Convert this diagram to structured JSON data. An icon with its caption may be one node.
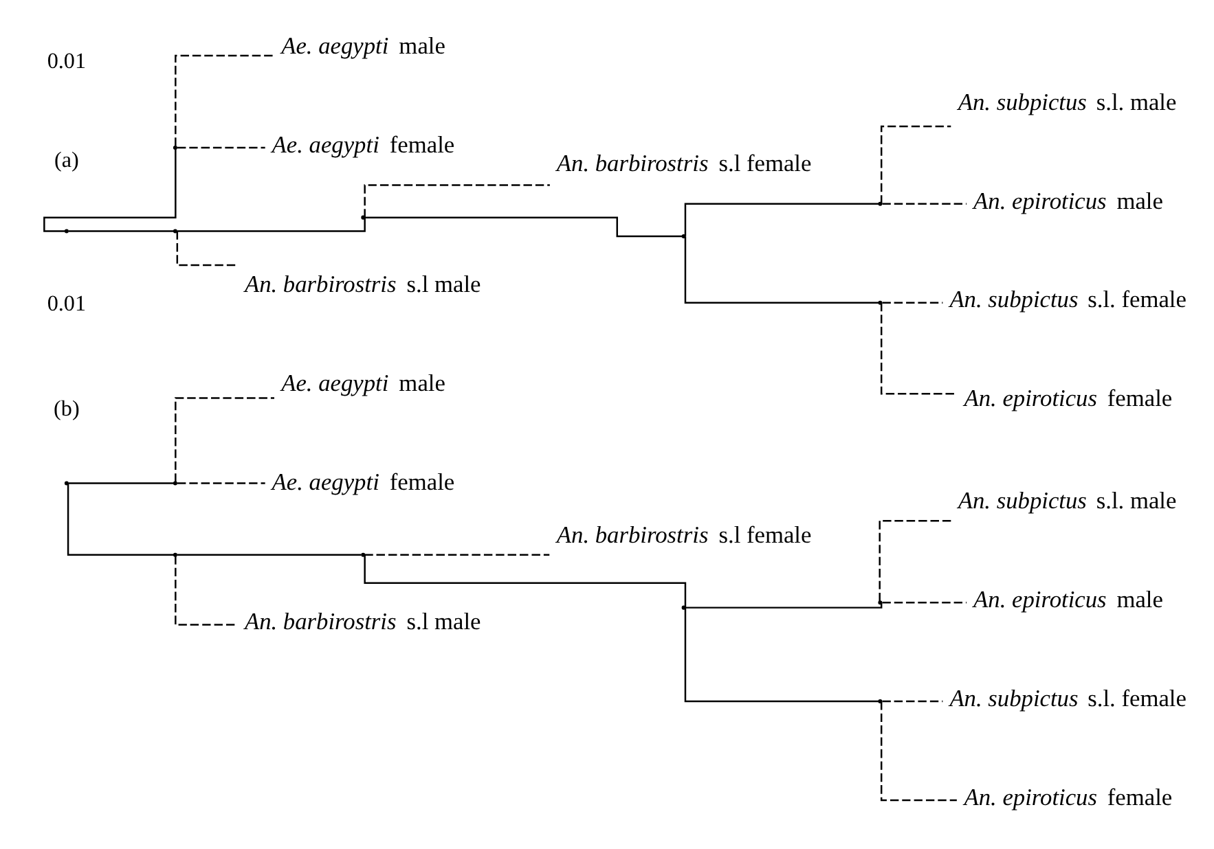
{
  "diagram": {
    "nodes": [
      {
        "text": [],
        "shape": "point"
      },
      {
        "text": [],
        "shape": "point"
      },
      {
        "text": [
          "*Ae. aegypti* male"
        ]
      },
      {
        "text": [
          "*Ae. aegypti* female"
        ]
      },
      {
        "text": [],
        "shape": "point"
      },
      {
        "text": [],
        "shape": "point"
      },
      {
        "text": [
          "*An. barbirostris* s.l female"
        ]
      },
      {
        "text": [],
        "shape": "point"
      },
      {
        "text": [],
        "shape": "point"
      },
      {
        "text": [
          "*An. subpictus* s.l. male"
        ]
      },
      {
        "text": [
          "*An. epiroticus* male"
        ]
      },
      {
        "text": [],
        "shape": "point"
      },
      {
        "text": [
          "*An. subpictus* s.l. female"
        ]
      },
      {
        "text": [
          "*An. epiroticus* female"
        ]
      },
      {
        "text": [
          "*An. barbirostris* s.l male"
        ]
      },
      {
        "text": [],
        "shape": "point"
      },
      {
        "text": [],
        "shape": "point"
      },
      {
        "text": [
          "*Ae. aegypti* male"
        ]
      },
      {
        "text": [
          "*Ae. aegypti* female"
        ]
      },
      {
        "text": [],
        "shape": "point"
      },
      {
        "text": [],
        "shape": "point"
      },
      {
        "text": [
          "*An. barbirostris* s.l female"
        ]
      },
      {
        "text": [],
        "shape": "point"
      },
      {
        "text": [],
        "shape": "point"
      },
      {
        "text": [
          "*An. subpictus* s.l. male"
        ]
      },
      {
        "text": [
          "*An. epiroticus* male"
        ]
      },
      {
        "text": [],
        "shape": "point"
      },
      {
        "text": [
          "*An. subpictus* s.l. female"
        ]
      },
      {
        "text": [
          "*An. epiroticus* female"
        ]
      },
      {
        "text": [
          "*An. barbirostris* s.l male"
        ]
      }
    ],
    "edges": [
      {
        "from": 0,
        "to": 1,
        "arrow": "none"
      },
      {
        "from": 1,
        "to": 2,
        "arrow": "none",
        "style": "dashed"
      },
      {
        "from": 1,
        "to": 3,
        "arrow": "none",
        "style": "dashed"
      },
      {
        "from": 0,
        "to": 4,
        "arrow": "none"
      },
      {
        "from": 4,
        "to": 5,
        "arrow": "none"
      },
      {
        "from": 5,
        "to": 6,
        "arrow": "none",
        "style": "dashed"
      },
      {
        "from": 5,
        "to": 7,
        "arrow": "none"
      },
      {
        "from": 7,
        "to": 8,
        "arrow": "none"
      },
      {
        "from": 8,
        "to": 9,
        "arrow": "none",
        "style": "dashed"
      },
      {
        "from": 8,
        "to": 10,
        "arrow": "none",
        "style": "dashed"
      },
      {
        "from": 7,
        "to": 11,
        "arrow": "none"
      },
      {
        "from": 11,
        "to": 12,
        "arrow": "none",
        "style": "dashed"
      },
      {
        "from": 11,
        "to": 13,
        "arrow": "none",
        "style": "dashed"
      },
      {
        "from": 4,
        "to": 14,
        "arrow": "none",
        "style": "dashed"
      },
      {
        "from": 15,
        "to": 16,
        "arrow": "none"
      },
      {
        "from": 16,
        "to": 17,
        "arrow": "none",
        "style": "dashed"
      },
      {
        "from": 16,
        "to": 18,
        "arrow": "none",
        "style": "dashed"
      },
      {
        "from": 15,
        "to": 19,
        "arrow": "none"
      },
      {
        "from": 19,
        "to": 20,
        "arrow": "none"
      },
      {
        "from": 20,
        "to": 21,
        "arrow": "none",
        "style": "dashed"
      },
      {
        "from": 20,
        "to": 22,
        "arrow": "none"
      },
      {
        "from": 22,
        "to": 23,
        "arrow": "none"
      },
      {
        "from": 23,
        "to": 24,
        "arrow": "none",
        "style": "dashed"
      },
      {
        "from": 23,
        "to": 25,
        "arrow": "none",
        "style": "dashed"
      },
      {
        "from": 22,
        "to": 26,
        "arrow": "none"
      },
      {
        "from": 26,
        "to": 27,
        "arrow": "none",
        "style": "dashed"
      },
      {
        "from": 26,
        "to": 28,
        "arrow": "none",
        "style": "dashed"
      },
      {
        "from": 19,
        "to": 29,
        "arrow": "none",
        "style": "dashed"
      }
    ],
    "labels": [
      "0.01",
      "(a)",
      "0.01",
      "(b)"
    ]
  }
}
